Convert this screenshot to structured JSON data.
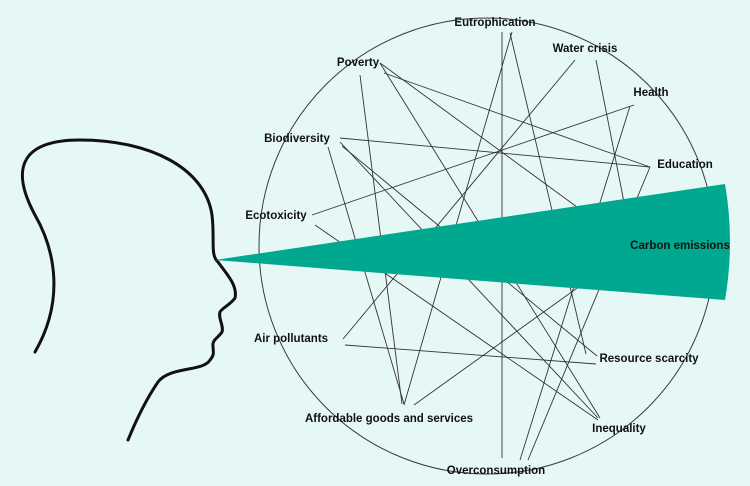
{
  "colors": {
    "background": "#e6f8f6",
    "beam": "#00a88f",
    "line": "#333333",
    "text": "#111111"
  },
  "nodes": [
    {
      "id": "eutrophication",
      "label": "Eutrophication"
    },
    {
      "id": "water-crisis",
      "label": "Water crisis"
    },
    {
      "id": "health",
      "label": "Health"
    },
    {
      "id": "education",
      "label": "Education"
    },
    {
      "id": "carbon-emissions",
      "label": "Carbon emissions"
    },
    {
      "id": "resource-scarcity",
      "label": "Resource scarcity"
    },
    {
      "id": "inequality",
      "label": "Inequality"
    },
    {
      "id": "overconsumption",
      "label": "Overconsumption"
    },
    {
      "id": "affordable-goods",
      "label": "Affordable goods and services"
    },
    {
      "id": "air-pollutants",
      "label": "Air pollutants"
    },
    {
      "id": "ecotoxicity",
      "label": "Ecotoxicity"
    },
    {
      "id": "biodiversity",
      "label": "Biodiversity"
    },
    {
      "id": "poverty",
      "label": "Poverty"
    }
  ],
  "edges": [
    [
      "poverty",
      "affordable-goods"
    ],
    [
      "poverty",
      "education"
    ],
    [
      "poverty",
      "carbon-emissions"
    ],
    [
      "poverty",
      "inequality"
    ],
    [
      "biodiversity",
      "education"
    ],
    [
      "biodiversity",
      "affordable-goods"
    ],
    [
      "biodiversity",
      "resource-scarcity"
    ],
    [
      "biodiversity",
      "inequality"
    ],
    [
      "ecotoxicity",
      "health"
    ],
    [
      "ecotoxicity",
      "inequality"
    ],
    [
      "eutrophication",
      "overconsumption"
    ],
    [
      "eutrophication",
      "resource-scarcity"
    ],
    [
      "eutrophication",
      "affordable-goods"
    ],
    [
      "water-crisis",
      "air-pollutants"
    ],
    [
      "water-crisis",
      "carbon-emissions"
    ],
    [
      "health",
      "overconsumption"
    ],
    [
      "education",
      "overconsumption"
    ],
    [
      "carbon-emissions",
      "affordable-goods"
    ],
    [
      "air-pollutants",
      "resource-scarcity"
    ]
  ]
}
